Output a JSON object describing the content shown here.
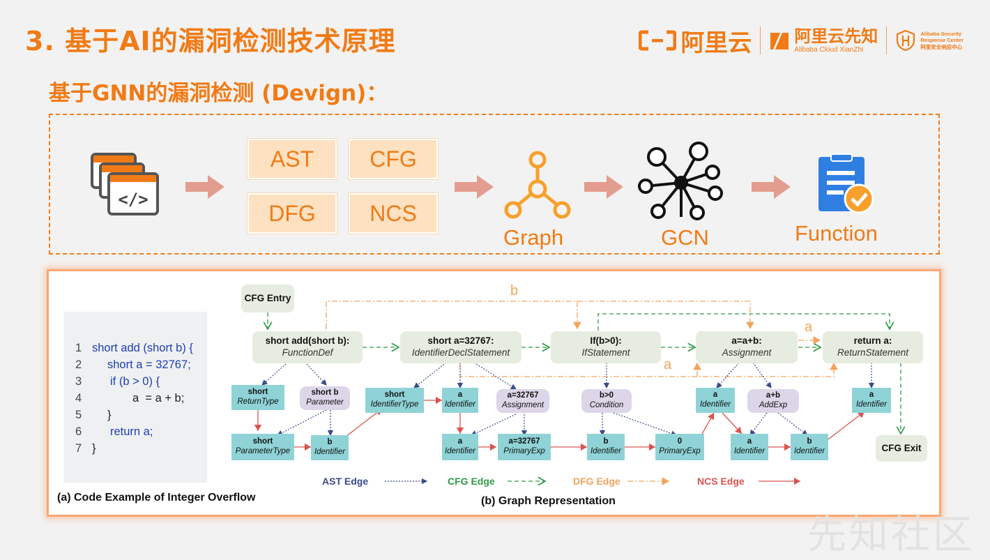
{
  "slide": {
    "title": "3. 基于AI的漏洞检测技术原理",
    "subtitle": "基于GNN的漏洞检测 (Devign)："
  },
  "logos": {
    "aliyun": "阿里云",
    "xianzhi_cn": "阿里云先知",
    "xianzhi_en": "Alibaba Cloud XianZhi",
    "asrc_line1": "Alibaba Security",
    "asrc_line2": "Response Center",
    "asrc_line3": "阿里安全响应中心",
    "accent": "#f07b16"
  },
  "flow": {
    "tags": [
      "AST",
      "CFG",
      "DFG",
      "NCS"
    ],
    "graph_label": "Graph",
    "gcn_label": "GCN",
    "function_label": "Function",
    "icons": [
      "code-window-icon",
      "graph-icon",
      "gcn-icon",
      "function-check-icon"
    ],
    "arrow_color": "#e39d8f"
  },
  "code": {
    "lines": [
      {
        "n": "1",
        "text": "short add (short b) {"
      },
      {
        "n": "2",
        "text": "short a = 32767;"
      },
      {
        "n": "3",
        "text": "if (b > 0) {"
      },
      {
        "n": "4",
        "text": "a  = a + b;"
      },
      {
        "n": "5",
        "text": "}"
      },
      {
        "n": "6",
        "text": "return a;"
      },
      {
        "n": "7",
        "text": "}"
      }
    ],
    "caption": "(a) Code Example of Integer Overflow"
  },
  "graph": {
    "caption": "(b) Graph Representation",
    "cfg_entry": "CFG Entry",
    "cfg_exit": "CFG Exit",
    "stmts": [
      {
        "code": "short add(short b):",
        "type": "FunctionDef"
      },
      {
        "code": "short a=32767:",
        "type": "IdentifierDeclStatement"
      },
      {
        "code": "If(b>0):",
        "type": "IfStatement"
      },
      {
        "code": "a=a+b:",
        "type": "Assignment"
      },
      {
        "code": "return a:",
        "type": "ReturnStatement"
      }
    ],
    "nodes": {
      "short_rt": [
        "short",
        "ReturnType"
      ],
      "short_b_param": [
        "short b",
        "Parameter"
      ],
      "short_pt": [
        "short",
        "ParameterType"
      ],
      "b_id1": [
        "b",
        "Identifier"
      ],
      "short_it": [
        "short",
        "IdentifierType"
      ],
      "a_id1": [
        "a",
        "Identifier"
      ],
      "a_assign": [
        "a=32767",
        "Assignment"
      ],
      "a_id2": [
        "a",
        "Identifier"
      ],
      "a_prim": [
        "a=32767",
        "PrimaryExp"
      ],
      "b_cond": [
        "b>0",
        "Condition"
      ],
      "b_id2": [
        "b",
        "Identifier"
      ],
      "zero_prim": [
        "0",
        "PrimaryExp"
      ],
      "a_id3": [
        "a",
        "Identifier"
      ],
      "ab_add": [
        "a+b",
        "AddExp"
      ],
      "a_id4": [
        "a",
        "Identifier"
      ],
      "b_id3": [
        "b",
        "Identifier"
      ],
      "a_id5": [
        "a",
        "Identifier"
      ]
    },
    "edge_labels": {
      "b": "b",
      "a1": "a",
      "a2": "a"
    },
    "legend": {
      "ast": "AST Edge",
      "cfg": "CFG Edge",
      "dfg": "DFG Edge",
      "ncs": "NCS Edge"
    },
    "colors": {
      "ast": "#3b4a8c",
      "cfg": "#2f9a47",
      "dfg": "#f2a35a",
      "ncs": "#d9534f"
    }
  },
  "watermark": "先知社区"
}
